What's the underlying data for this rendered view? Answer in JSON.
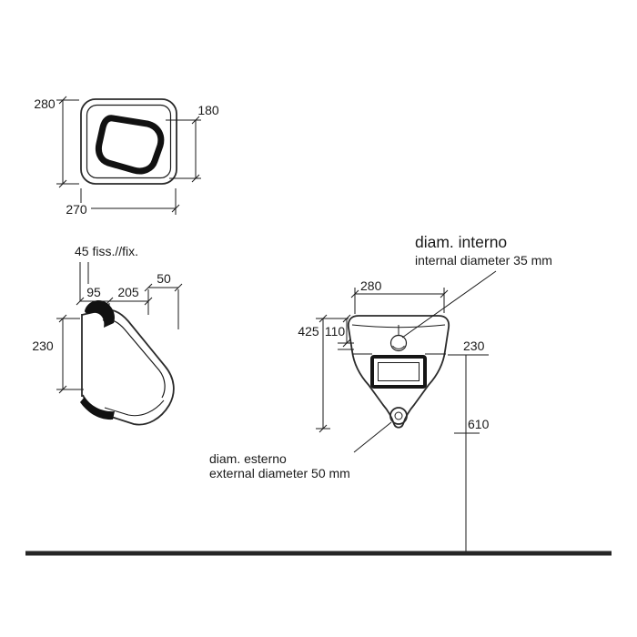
{
  "views": {
    "top": {
      "height": "280",
      "inner_height": "180",
      "width": "270"
    },
    "side": {
      "fix_note": "45 fiss.//fix.",
      "dim_95": "95",
      "dim_205": "205",
      "dim_50": "50",
      "dim_230": "230"
    },
    "front": {
      "dim_width": "280",
      "dim_425": "425",
      "dim_110": "110",
      "dim_230": "230",
      "dim_610": "610",
      "internal_note_title": "diam. interno",
      "internal_note": "internal diameter 35 mm",
      "external_note_title": "diam. esterno",
      "external_note": "external diameter 50 mm"
    },
    "colors": {
      "line": "#1a1a1a",
      "background": "#ffffff"
    }
  }
}
